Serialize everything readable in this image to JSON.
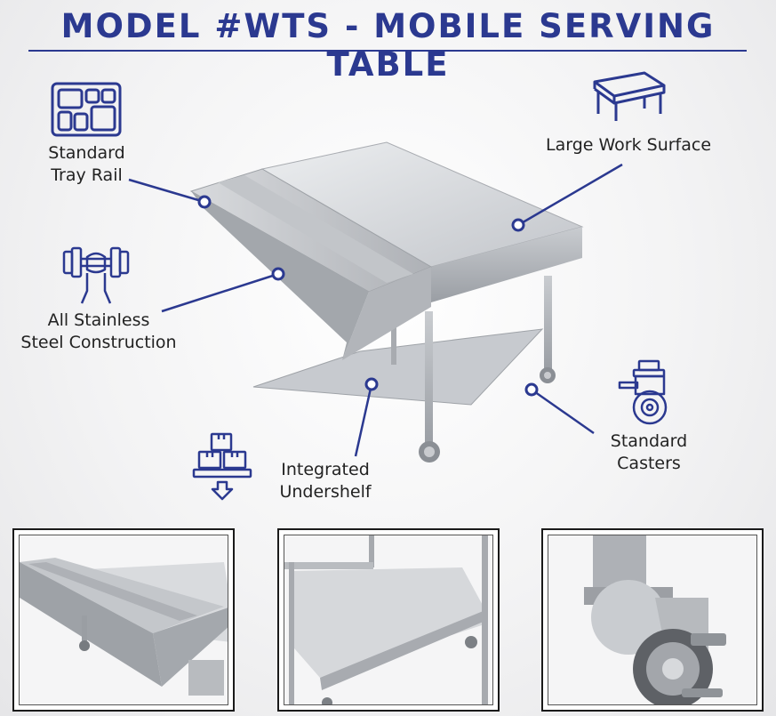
{
  "header": {
    "title": "MODEL #WTS - MOBILE SERVING TABLE"
  },
  "colors": {
    "brand": "#2b3990",
    "steel": "#b9bcc1",
    "steel_dark": "#8e9297",
    "steel_light": "#dadcdf"
  },
  "features": [
    {
      "id": "tray-rail",
      "label_line1": "Standard",
      "label_line2": "Tray Rail",
      "icon": "tray-compartments-icon"
    },
    {
      "id": "work-surface",
      "label_line1": "Large Work Surface",
      "icon": "table-icon"
    },
    {
      "id": "stainless",
      "label_line1": "All Stainless",
      "label_line2": "Steel Construction",
      "icon": "strength-dumbbell-icon"
    },
    {
      "id": "casters",
      "label_line1": "Standard",
      "label_line2": "Casters",
      "icon": "caster-wheel-icon"
    },
    {
      "id": "undershelf",
      "label_line1": "Integrated",
      "label_line2": "Undershelf",
      "icon": "boxes-shelf-icon"
    }
  ],
  "thumbnails": [
    {
      "subject": "tray-rail-closeup"
    },
    {
      "subject": "undershelf-closeup"
    },
    {
      "subject": "caster-closeup"
    }
  ]
}
